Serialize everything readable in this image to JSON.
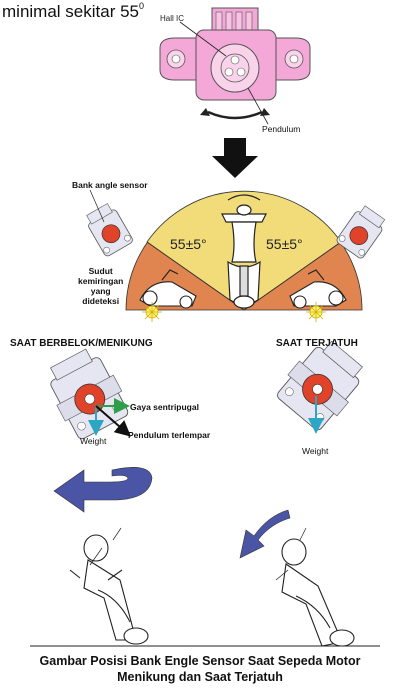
{
  "top": {
    "text": "minimal sekitar 55",
    "superscript": "0",
    "hall_ic": "Hall IC",
    "pendulum": "Pendulum"
  },
  "middle": {
    "bank_angle_sensor": "Bank angle sensor",
    "angle_left": "55±5°",
    "angle_right": "55±5°",
    "detected_tilt_angle": [
      "Sudut",
      "kemiringan",
      "yang",
      "dideteksi"
    ]
  },
  "lower": {
    "cornering_title": "SAAT BERBELOK/MENIKUNG",
    "falling_title": "SAAT TERJATUH",
    "centrifugal_force": "Gaya sentripugal",
    "pendulum_thrown": "Pendulum terlempar",
    "weight_left": "Weight",
    "weight_right": "Weight"
  },
  "caption": {
    "line1": "Gambar Posisi Bank Engle Sensor Saat Sepeda Motor",
    "line2": "Menikung dan Saat Terjatuh"
  },
  "colors": {
    "sensor_pink": "#f4a8d8",
    "sector_center": "#f2dc7a",
    "sector_sides": "#e08450",
    "pendulum_red": "#e0432a",
    "arrow_blue": "#4b55a6",
    "weight_cyan": "#2ba6c4",
    "force_green": "#2e9e4a"
  }
}
